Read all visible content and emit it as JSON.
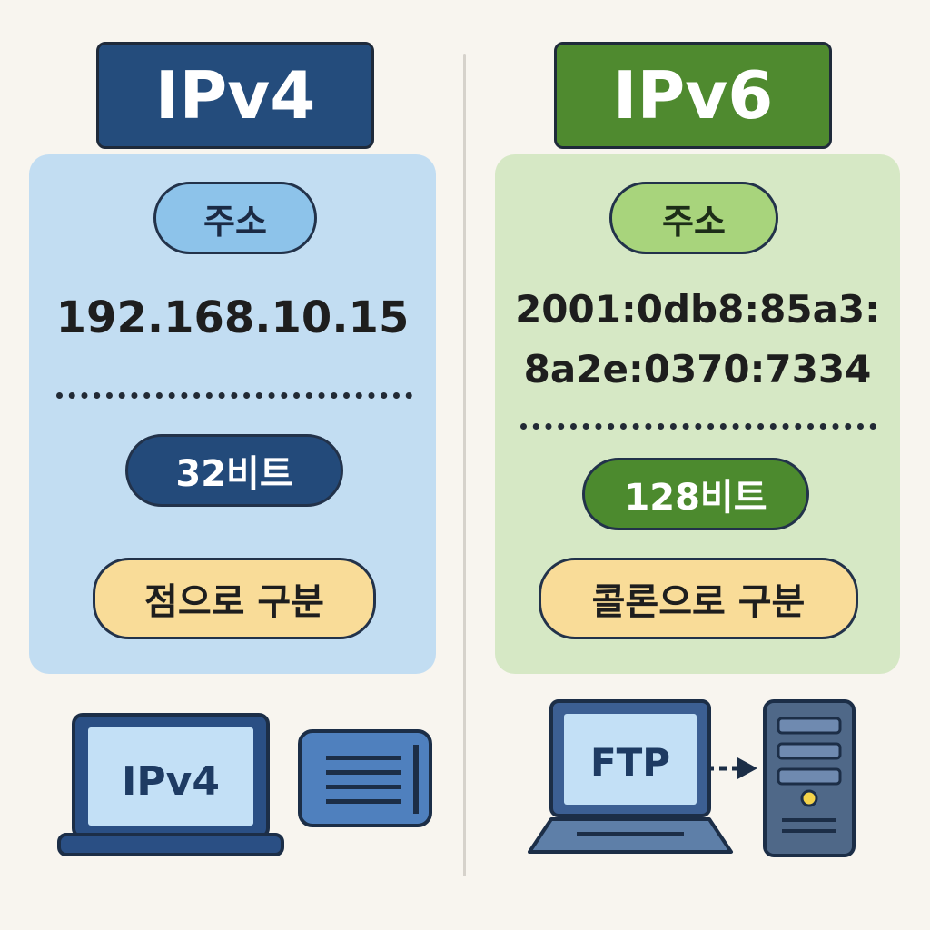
{
  "ipv4": {
    "title": "IPv4",
    "address_label": "주소",
    "address": "192.168.10.15",
    "bits": "32비트",
    "separator": "점으로 구분",
    "device_screen": "IPv4"
  },
  "ipv6": {
    "title": "IPv6",
    "address_label": "주소",
    "address_line1": "2001:0db8:85a3:",
    "address_line2": "8a2e:0370:7334",
    "bits": "128비트",
    "separator": "콜론으로 구분",
    "device_screen": "FTP"
  },
  "colors": {
    "ipv4_accent": "#244c7c",
    "ipv6_accent": "#4f8a2f",
    "ipv4_panel": "#c2ddf2",
    "ipv6_panel": "#d6e8c5",
    "separator_pill": "#f9dc98"
  },
  "icons": {
    "ipv4_device": "laptop-icon",
    "ipv4_card": "document-card-icon",
    "ipv6_device": "laptop-icon",
    "ipv6_arrow": "arrow-right-icon",
    "ipv6_server": "server-tower-icon"
  }
}
